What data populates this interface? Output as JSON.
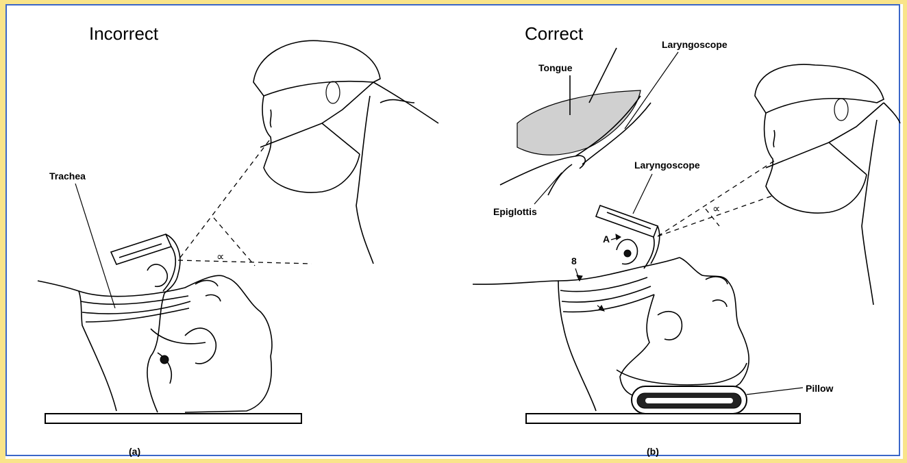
{
  "panels": [
    {
      "title": "Incorrect",
      "caption": "(a)",
      "labels": {
        "trachea": "Trachea",
        "angle": "∝"
      }
    },
    {
      "title": "Correct",
      "caption": "(b)",
      "labels": {
        "tongue": "Tongue",
        "laryngoscope_top": "Laryngoscope",
        "laryngoscope_mid": "Laryngoscope",
        "epiglottis": "Epiglottis",
        "marker_a": "A",
        "marker_b": "8",
        "pillow": "Pillow",
        "angle": "∝"
      }
    }
  ],
  "colors": {
    "frame": "#f9e48a",
    "inner_border": "#3a66c8"
  }
}
